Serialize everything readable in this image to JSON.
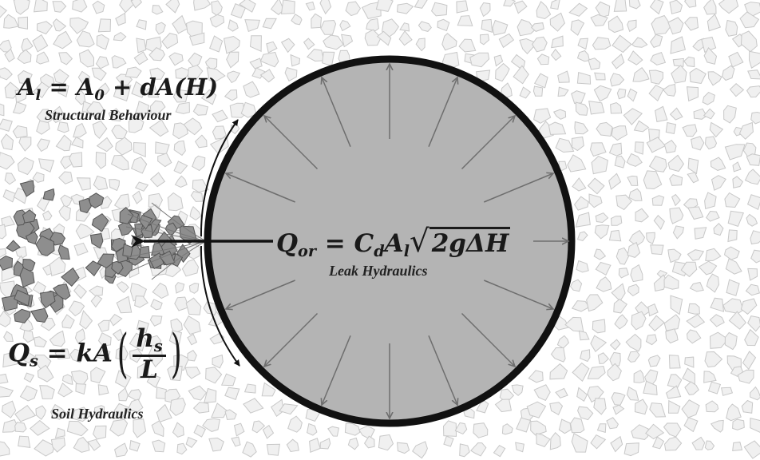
{
  "diagram": {
    "structural": {
      "equation_parts": [
        "A",
        "l",
        "=",
        "A",
        "0",
        "+",
        "dA(H)"
      ],
      "caption": "Structural Behaviour"
    },
    "leak": {
      "equation_parts": [
        "Q",
        "or",
        "=",
        "C",
        "d",
        "A",
        "l",
        "2gΔH"
      ],
      "caption": "Leak Hydraulics"
    },
    "soil": {
      "equation_parts": [
        "Q",
        "s",
        "=",
        "kA",
        "h",
        "s",
        "L"
      ],
      "caption": "Soil Hydraulics"
    }
  },
  "colors": {
    "pipe_fill": "#b4b4b4",
    "pipe_wall": "#111111",
    "soil_fragment_fill": "#f0f0f0",
    "soil_fragment_stroke": "#c8c8c8",
    "jet_fragment_fill": "#8e8e8e",
    "jet_fragment_stroke": "#555555",
    "pressure_arrow": "#6e6e6e",
    "text": "#1a1a1a"
  }
}
